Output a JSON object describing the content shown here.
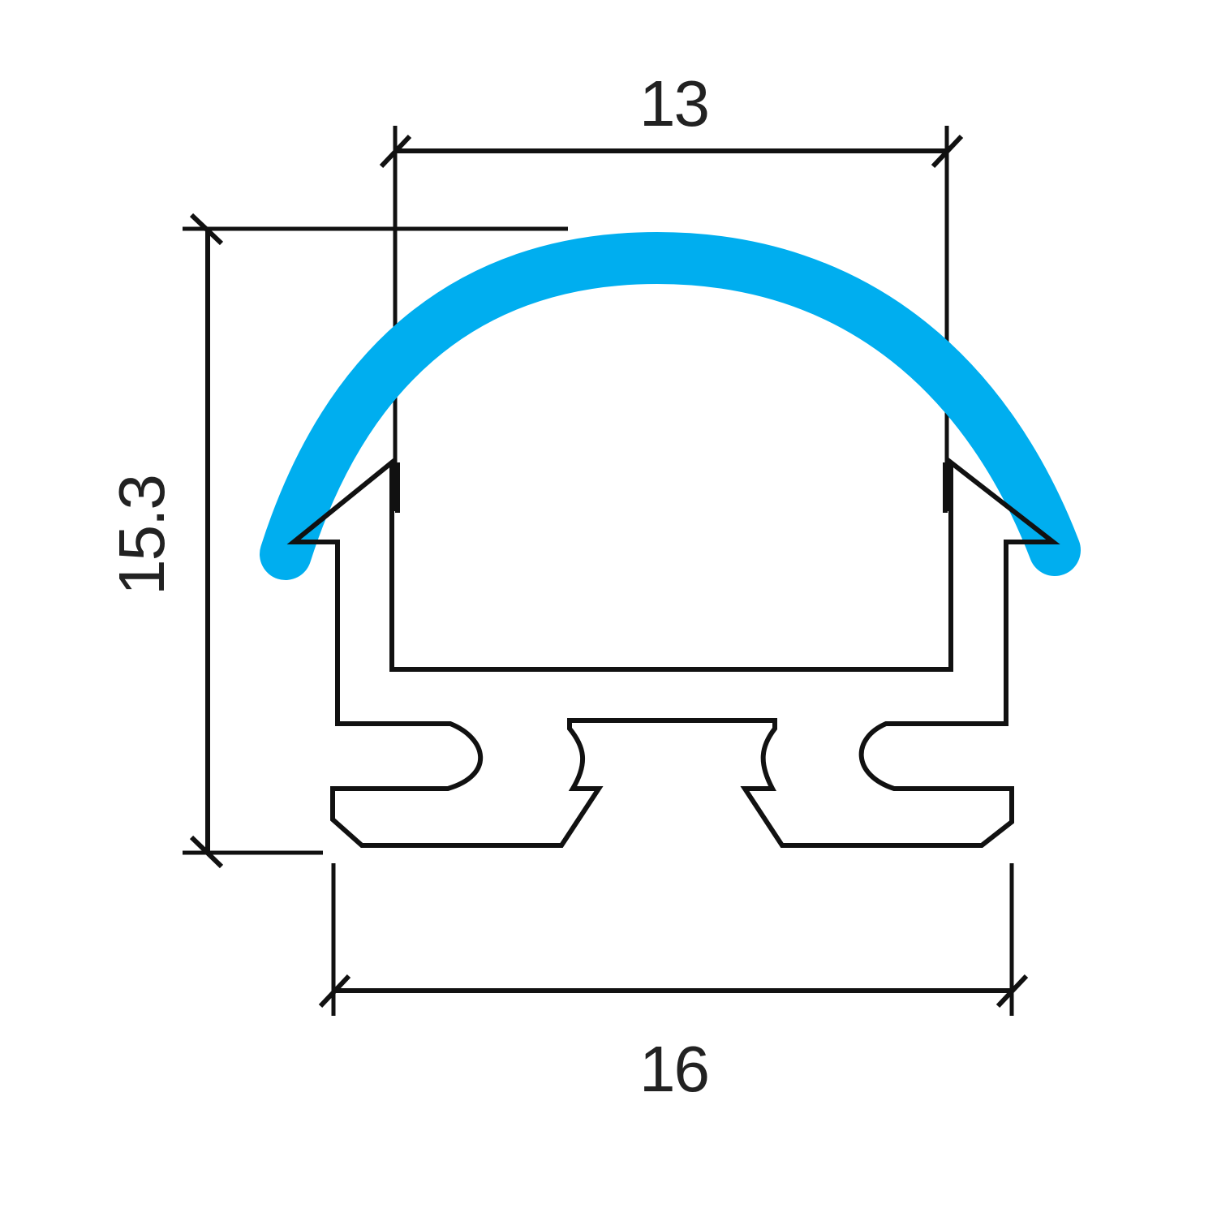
{
  "diagram": {
    "type": "technical-drawing",
    "subject": "aluminum LED profile cross-section with curved diffuser",
    "units": "mm",
    "dimensions": {
      "top_width": {
        "label": "13",
        "value": 13,
        "description": "inner channel width"
      },
      "total_height": {
        "label": "15.3",
        "value": 15.3,
        "description": "overall height including diffuser"
      },
      "bottom_width": {
        "label": "16",
        "value": 16,
        "description": "overall profile width"
      }
    },
    "colors": {
      "diffuser": "#00aeef",
      "profile_outline": "#111111",
      "dimension_lines": "#111111",
      "text": "#222222",
      "background": "#ffffff"
    },
    "parts": [
      {
        "name": "diffuser",
        "description": "curved blue diffuser cover"
      },
      {
        "name": "profile-body",
        "description": "aluminum channel with mounting slots"
      }
    ]
  }
}
